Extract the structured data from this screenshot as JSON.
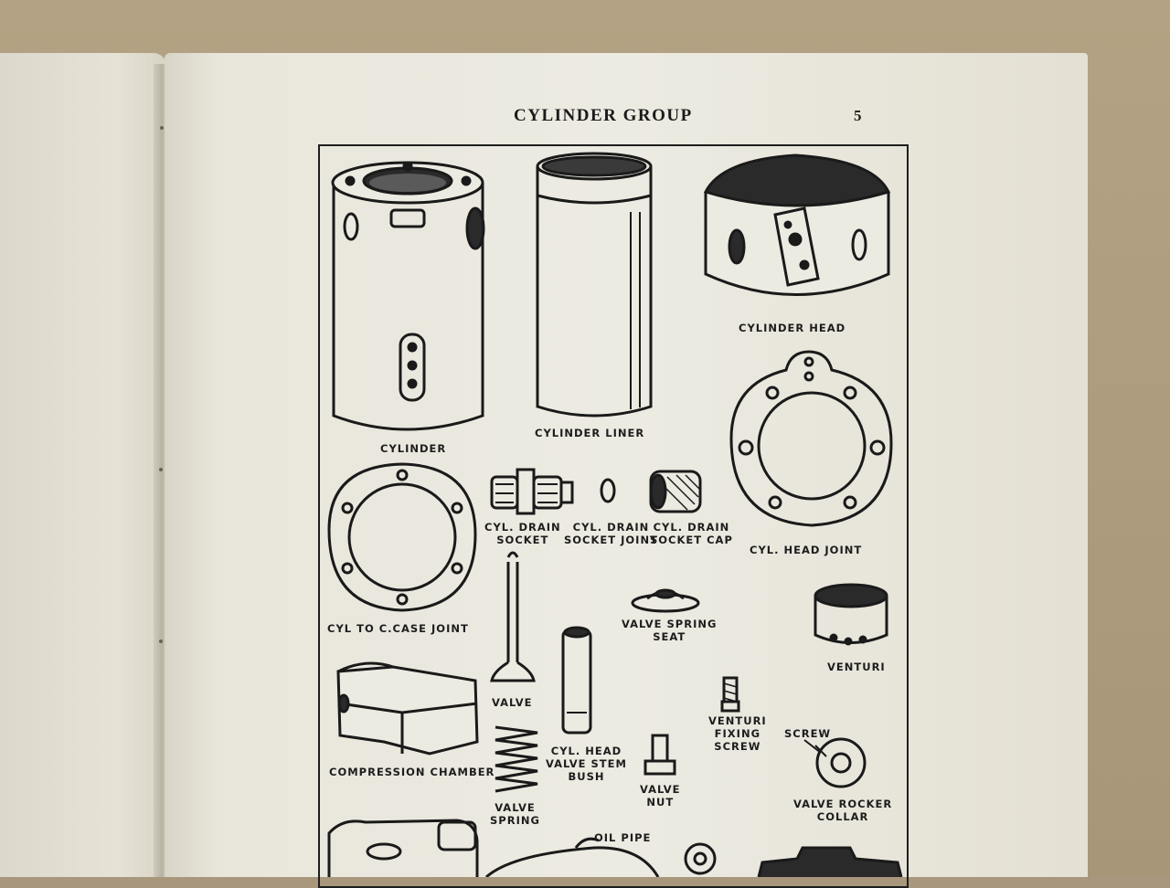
{
  "page": {
    "title": "CYLINDER GROUP",
    "number": "5"
  },
  "parts": {
    "cylinder": "CYLINDER",
    "cylinder_liner": "CYLINDER LINER",
    "cylinder_head": "CYLINDER HEAD",
    "cyl_drain_socket": [
      "CYL. DRAIN",
      "SOCKET"
    ],
    "cyl_drain_socket_joint": [
      "CYL. DRAIN",
      "SOCKET JOINT"
    ],
    "cyl_drain_socket_cap": [
      "CYL. DRAIN",
      "SOCKET CAP"
    ],
    "cyl_head_joint": "CYL. HEAD JOINT",
    "cyl_to_ccase_joint": "CYL TO C.CASE JOINT",
    "valve_spring_seat": [
      "VALVE SPRING",
      "SEAT"
    ],
    "venturi": "VENTURI",
    "valve": "VALVE",
    "compression_chamber": "COMPRESSION CHAMBER",
    "cyl_head_valve_stem_bush": [
      "CYL. HEAD",
      "VALVE STEM",
      "BUSH"
    ],
    "venturi_fixing_screw": [
      "VENTURI",
      "FIXING",
      "SCREW"
    ],
    "screw": "SCREW",
    "valve_nut": [
      "VALVE",
      "NUT"
    ],
    "valve_spring": [
      "VALVE",
      "SPRING"
    ],
    "valve_rocker_collar": [
      "VALVE ROCKER",
      "COLLAR"
    ],
    "oil_pipe": "OIL PIPE"
  }
}
